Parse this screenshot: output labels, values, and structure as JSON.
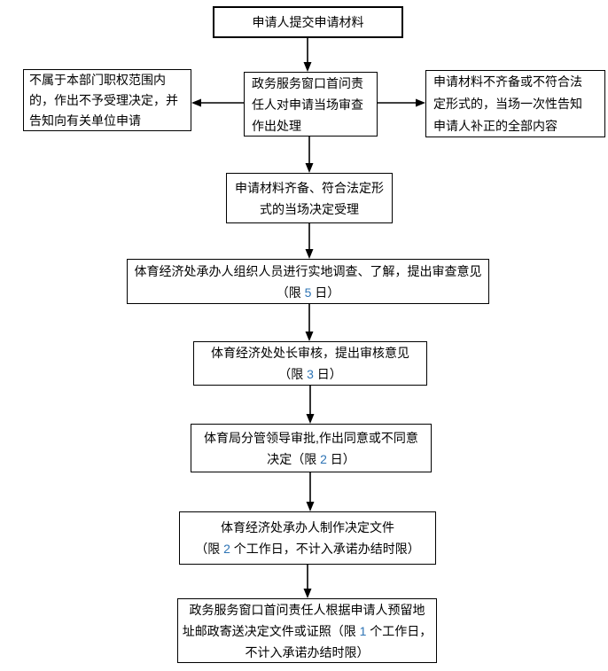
{
  "colors": {
    "background": "#ffffff",
    "box_border": "#000000",
    "text": "#000000",
    "arrow": "#000000",
    "highlight_number": "#2e74b5"
  },
  "nodes": {
    "submit": {
      "line1": "申请人提交申请材料"
    },
    "window_review": {
      "line1": "政务服务窗口首问责",
      "line2": "任人对申请当场审查",
      "line3": "作出处理"
    },
    "not_accepted": {
      "line1": "不属于本部门职权范围内",
      "line2": "的，作出不予受理决定，并",
      "line3": "告知向有关单位申请"
    },
    "supplement": {
      "line1": "申请材料不齐备或不符合法",
      "line2": "定形式的，当场一次性告知",
      "line3": "申请人补正的全部内容"
    },
    "accept": {
      "line1": "申请材料齐备、符合法定形",
      "line2": "式的当场决定受理"
    },
    "investigation": {
      "line1": "体育经济处承办人组织人员进行实地调查、了解，提出审查意见",
      "limit": {
        "pre": "（限 ",
        "num": "5",
        "post": " 日）"
      }
    },
    "chief_review": {
      "line1": "体育经济处处长审核，提出审核意见",
      "limit": {
        "pre": "（限 ",
        "num": "3",
        "post": " 日）"
      }
    },
    "leader_approval": {
      "line1": "体育局分管领导审批,作出同意或不同意",
      "limit": {
        "pre": "决定（限 ",
        "num": "2",
        "post": " 日）"
      }
    },
    "decision_document": {
      "line1": "体育经济处承办人制作决定文件",
      "limit": {
        "pre": "（限 ",
        "num": "2",
        "post": " 个工作日，不计入承诺办结时限）"
      }
    },
    "mail_decision": {
      "line1": "政务服务窗口首问责任人根据申请人预留地",
      "line2": {
        "pre": "址邮政寄送决定文件或证照（限 ",
        "num": "1",
        "post": " 个工作日，"
      },
      "line3": "不计入承诺办结时限）"
    }
  }
}
